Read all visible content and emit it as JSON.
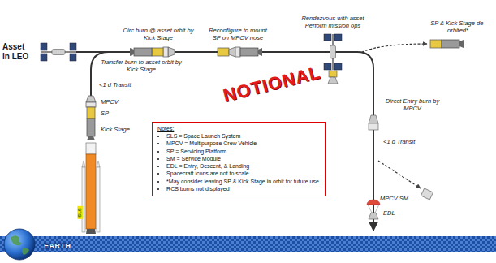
{
  "diagram": {
    "nodes": [
      {
        "text": [
          "Notes:",
          "SLS = Space Launch System",
          "MPCV = Multipurpose Crew Vehicle",
          "SP = Servicing Platform",
          "SM = Service Module",
          "EDL = Entry, Descent, & Landing",
          "Spacecraft icons are not to scale",
          "*May consider leaving SP & Kick Stage in orbit for future use",
          "RCS burns not displayed"
        ]
      },
      {
        "text": [
          "EARTH"
        ]
      }
    ],
    "labels": [
      "Asset in LEO",
      "Circ burn @ asset orbit by Kick Stage",
      "Reconfigure to mount SP on MPCV nose",
      "Rendezvous with asset Perform mission ops",
      "SP & Kick Stage de-orbited*",
      "Transfer burn to asset orbit by Kick Stage",
      "<1 d Transit",
      "MPCV",
      "SP",
      "Kick Stage",
      "NOTIONAL",
      "Direct Entry burn by MPCV",
      "<1 d Transit",
      "MPCV SM",
      "EDL",
      "SLS"
    ]
  }
}
